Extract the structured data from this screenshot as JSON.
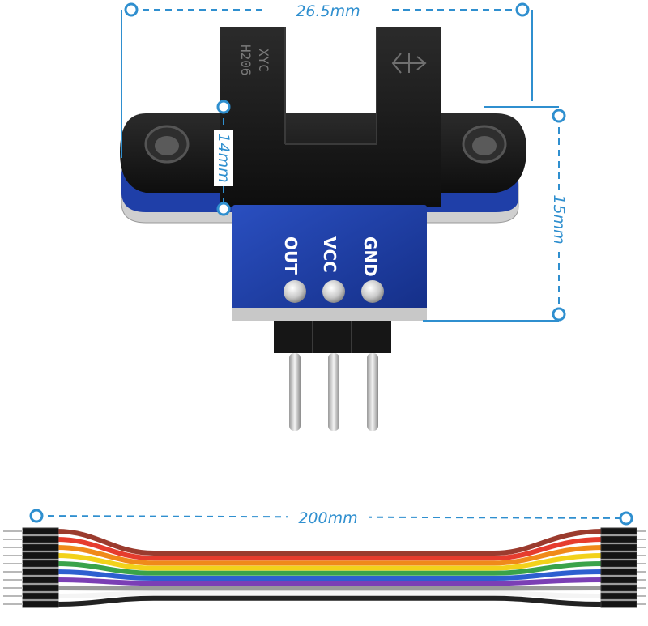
{
  "dimensions": {
    "top_width": "26.5mm",
    "slot_height": "14mm",
    "total_height": "15mm",
    "cable_length": "200mm"
  },
  "sensor": {
    "body_marking_line1": "XYC",
    "body_marking_line2": "H206",
    "pins": [
      "OUT",
      "VCC",
      "GND"
    ]
  },
  "cable": {
    "wire_colors": [
      "#9b3b2e",
      "#e63c2e",
      "#f08a1a",
      "#f2d21a",
      "#3aa34a",
      "#2d5fd0",
      "#7b3fb5",
      "#9a9a9a",
      "#f4f4f4",
      "#222222"
    ]
  },
  "colors": {
    "accent": "#2f8fcf",
    "pcb": "#1f3fa8",
    "plastic": "#1a1a1a"
  }
}
